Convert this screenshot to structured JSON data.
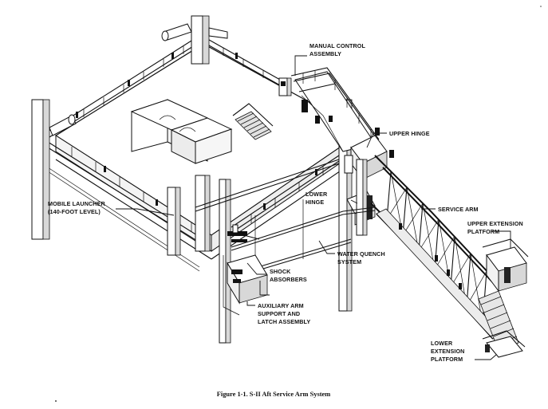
{
  "labels": {
    "manual_control": [
      "MANUAL CONTROL",
      "ASSEMBLY"
    ],
    "upper_hinge": [
      "UPPER HINGE"
    ],
    "lower_hinge": [
      "LOWER",
      "HINGE"
    ],
    "service_arm": [
      "SERVICE ARM"
    ],
    "upper_extension": [
      "UPPER EXTENSION",
      "PLATFORM"
    ],
    "mobile_launcher": [
      "MOBILE LAUNCHER",
      "(140-FOOT LEVEL)"
    ],
    "water_quench": [
      "WATER QUENCH",
      "SYSTEM"
    ],
    "shock_absorbers": [
      "SHOCK",
      "ABSORBERS"
    ],
    "auxiliary_arm": [
      "AUXILIARY ARM",
      "SUPPORT AND",
      "LATCH ASSEMBLY"
    ],
    "lower_extension": [
      "LOWER",
      "EXTENSION",
      "PLATFORM"
    ]
  },
  "caption": "Figure 1-1.  S-II Aft Service Arm System"
}
